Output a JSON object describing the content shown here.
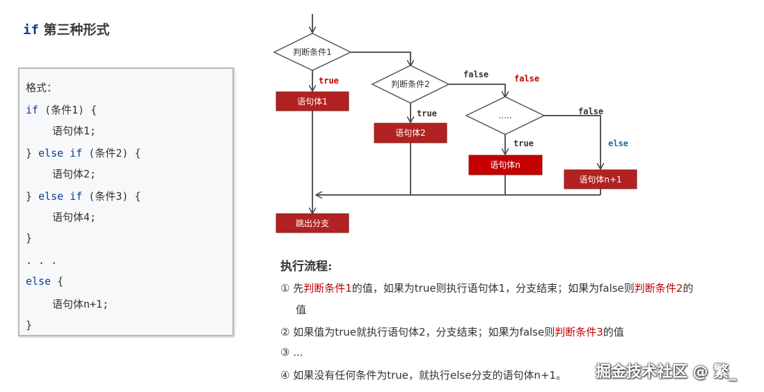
{
  "title_kw": "if",
  "title_rest": "第三种形式",
  "code": {
    "l1": "格式：",
    "l2_kw": "if",
    "l2_rest": " (条件1) {",
    "l3": "语句体1;",
    "l4_a": "} ",
    "l4_kw": "else if",
    "l4_rest": " (条件2) {",
    "l5": "语句体2;",
    "l6_a": "} ",
    "l6_kw": "else if",
    "l6_rest": " (条件3) {",
    "l7": "语句体4;",
    "l8": "}",
    "l9": ". . .",
    "l10_kw": "else",
    "l10_rest": " {",
    "l11": "语句体n+1;",
    "l12": "}"
  },
  "flow": {
    "cond1": "判断条件1",
    "cond2": "判断条件2",
    "cond3": ".....",
    "body1": "语句体1",
    "body2": "语句体2",
    "bodyn": "语句体n",
    "bodyn1": "语句体n+1",
    "exit": "跳出分支",
    "true": "true",
    "false": "false",
    "else": "else"
  },
  "exec": {
    "title": "执行流程:",
    "s1_a": "① 先",
    "s1_red1": "判断条件1",
    "s1_b": "的值，如果为true则执行语句体1，分支结束；如果为false则",
    "s1_red2": "判断条件2",
    "s1_c": "的",
    "s1_d": "值",
    "s2_a": "② 如果值为true就执行语句体2，分支结束；如果为false则",
    "s2_red": "判断条件3",
    "s2_b": "的值",
    "s3": "③ ...",
    "s4": "④ 如果没有任何条件为true，就执行else分支的语句体n+1。"
  },
  "watermark": "掘金技术社区 @ 繁_",
  "colors": {
    "box_red": "#b22222",
    "true_label": "#c00000",
    "false_label": "#333333",
    "else_label": "#1a6fa8"
  }
}
